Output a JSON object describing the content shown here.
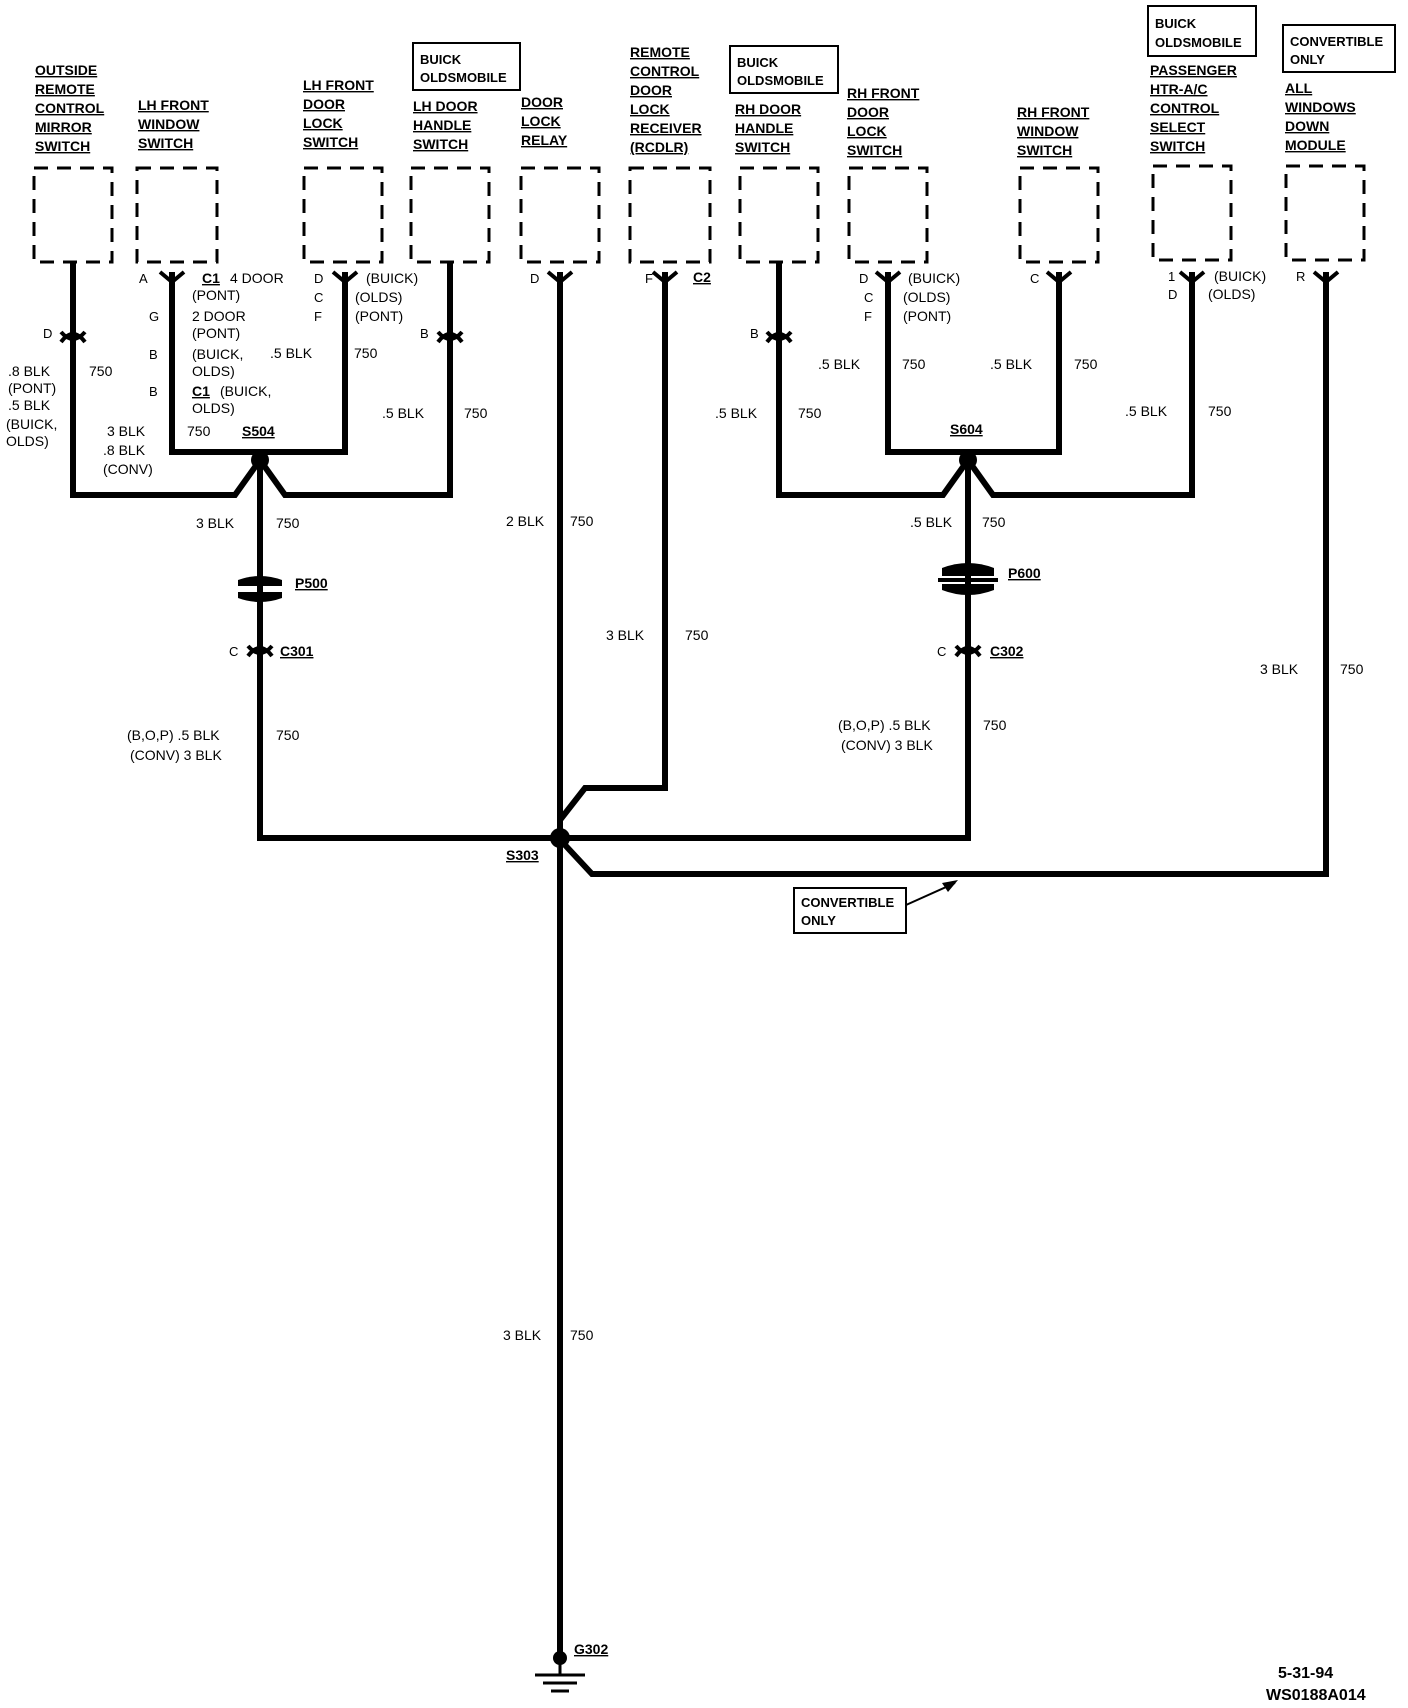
{
  "components": [
    {
      "id": "outside-mirror",
      "lines": [
        "OUTSIDE",
        "REMOTE",
        "CONTROL",
        "MIRROR",
        "SWITCH"
      ]
    },
    {
      "id": "lh-window",
      "lines": [
        "LH FRONT",
        "WINDOW",
        "SWITCH"
      ]
    },
    {
      "id": "lh-door-lock",
      "lines": [
        "LH FRONT",
        "DOOR",
        "LOCK",
        "SWITCH"
      ]
    },
    {
      "id": "lh-door-handle",
      "lines": [
        "LH DOOR",
        "HANDLE",
        "SWITCH"
      ]
    },
    {
      "id": "door-lock-relay",
      "lines": [
        "DOOR",
        "LOCK",
        "RELAY"
      ]
    },
    {
      "id": "rcdlr",
      "lines": [
        "REMOTE",
        "CONTROL",
        "DOOR",
        "LOCK",
        "RECEIVER",
        "(RCDLR)"
      ]
    },
    {
      "id": "rh-door-handle",
      "lines": [
        "RH DOOR",
        "HANDLE",
        "SWITCH"
      ]
    },
    {
      "id": "rh-door-lock",
      "lines": [
        "RH FRONT",
        "DOOR",
        "LOCK",
        "SWITCH"
      ]
    },
    {
      "id": "rh-window",
      "lines": [
        "RH FRONT",
        "WINDOW",
        "SWITCH"
      ]
    },
    {
      "id": "pass-htr",
      "lines": [
        "PASSENGER",
        "HTR-A/C",
        "CONTROL",
        "SELECT",
        "SWITCH"
      ]
    },
    {
      "id": "all-windows",
      "lines": [
        "ALL",
        "WINDOWS",
        "DOWN",
        "MODULE"
      ]
    }
  ],
  "option_tags": [
    {
      "id": "tag-lh-handle",
      "lines": [
        "BUICK",
        "OLDSMOBILE"
      ]
    },
    {
      "id": "tag-rh-handle",
      "lines": [
        "BUICK",
        "OLDSMOBILE"
      ]
    },
    {
      "id": "tag-pass-htr",
      "lines": [
        "BUICK",
        "OLDSMOBILE"
      ]
    },
    {
      "id": "tag-all-windows",
      "lines": [
        "CONVERTIBLE",
        "ONLY"
      ]
    },
    {
      "id": "tag-conv-wire",
      "lines": [
        "CONVERTIBLE",
        "ONLY"
      ]
    }
  ],
  "pins": {
    "mirror": "D",
    "lhwin_a": "A",
    "lhwin_g": "G",
    "lhwin_b1": "B",
    "lhwin_b2": "B",
    "lhlock_d": "D",
    "lhlock_c": "C",
    "lhlock_f": "F",
    "lhhandle": "B",
    "relay": "D",
    "rcdlr": "F",
    "rhhandle": "B",
    "rhlock_d": "D",
    "rhlock_c": "C",
    "rhlock_f": "F",
    "rhwin": "C",
    "htr_1": "1",
    "htr_d": "D",
    "awdm": "R",
    "c301": "C",
    "c302": "C"
  },
  "connectors": {
    "rcdlr_conn": "C2",
    "lhwin_c1a": "C1",
    "lhwin_c1b": "C1",
    "s504": "S504",
    "s604": "S604",
    "s303": "S303",
    "p500": "P500",
    "p600": "P600",
    "c301": "C301",
    "c302": "C302",
    "g302": "G302"
  },
  "notes": {
    "lhwin_4door": "4 DOOR",
    "lhwin_pont1": "(PONT)",
    "lhwin_2door": "2 DOOR",
    "lhwin_pont2": "(PONT)",
    "lhwin_buick": "(BUICK,",
    "lhwin_olds": "OLDS)",
    "lhwin_c1buick": "(BUICK,",
    "lhwin_c1olds": "OLDS)",
    "lhlock_buick": "(BUICK)",
    "lhlock_olds": "(OLDS)",
    "lhlock_pont": "(PONT)",
    "rhlock_buick": "(BUICK)",
    "rhlock_olds": "(OLDS)",
    "rhlock_pont": "(PONT)",
    "htr_buick": "(BUICK)",
    "htr_olds": "(OLDS)"
  },
  "wires": {
    "mirror_1": ".8 BLK",
    "mirror_2": "(PONT)",
    "mirror_3": ".5 BLK",
    "mirror_4": "(BUICK,",
    "mirror_5": "OLDS)",
    "mirror_circuit": "750",
    "lhwin_1": "3 BLK",
    "lhwin_2": ".8 BLK",
    "lhwin_3": "(CONV)",
    "lhwin_circuit": "750",
    "lhlock_gauge": ".5 BLK",
    "lhlock_circuit": "750",
    "lhhandle_gauge": ".5 BLK",
    "lhhandle_circuit": "750",
    "s504_down_gauge": "3 BLK",
    "s504_down_circuit": "750",
    "relay_gauge": "2 BLK",
    "relay_circuit": "750",
    "rcdlr_gauge": "3 BLK",
    "rcdlr_circuit": "750",
    "c301_1": "(B,O,P) .5 BLK",
    "c301_2": "(CONV) 3 BLK",
    "c301_circuit": "750",
    "rhhandle_gauge": ".5 BLK",
    "rhhandle_circuit": "750",
    "rhlock_gauge": ".5 BLK",
    "rhlock_circuit": "750",
    "rhwin_gauge": ".5 BLK",
    "rhwin_circuit": "750",
    "htr_gauge": ".5 BLK",
    "htr_circuit": "750",
    "s604_down_gauge": ".5 BLK",
    "s604_down_circuit": "750",
    "c302_1": "(B,O,P) .5 BLK",
    "c302_2": "(CONV) 3 BLK",
    "c302_circuit": "750",
    "awdm_gauge": "3 BLK",
    "awdm_circuit": "750",
    "ground_gauge": "3 BLK",
    "ground_circuit": "750"
  },
  "footer": {
    "date": "5-31-94",
    "code": "WS0188A014"
  }
}
